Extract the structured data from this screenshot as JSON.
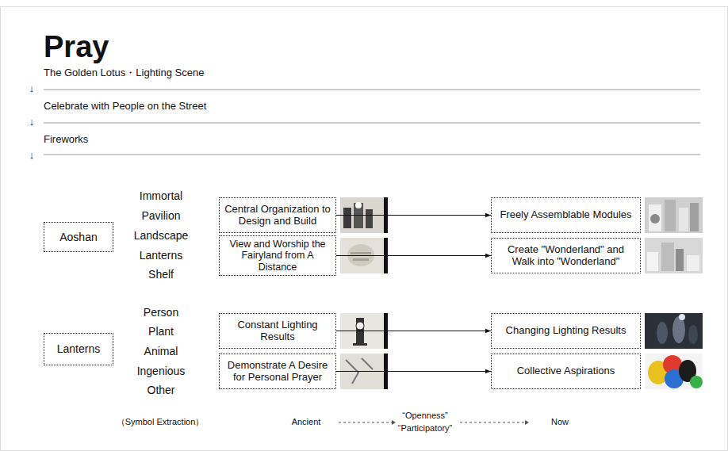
{
  "diagram": {
    "title": "Pray",
    "nodes": [
      {
        "text": [
          "Aoshan"
        ]
      },
      {
        "text": [
          "Central Organization to Design and Build"
        ]
      },
      {
        "text": [
          "Freely Assemblable Modules"
        ]
      },
      {
        "text": [
          "View and Worship the Fairyland from A Distance"
        ]
      },
      {
        "text": [
          "Create \"Wonderland\" and Walk into \"Wonderland\""
        ]
      },
      {
        "text": [
          "Lanterns"
        ]
      },
      {
        "text": [
          "Constant Lighting Results"
        ]
      },
      {
        "text": [
          "Changing Lighting Results"
        ]
      },
      {
        "text": [
          "Demonstrate A Desire for Personal Prayer"
        ]
      },
      {
        "text": [
          "Collective Aspirations"
        ]
      }
    ],
    "edges": [
      {
        "from": 1,
        "to": 2,
        "arrow": "to"
      },
      {
        "from": 3,
        "to": 4,
        "arrow": "to"
      },
      {
        "from": 6,
        "to": 7,
        "arrow": "to"
      },
      {
        "from": 8,
        "to": 9,
        "arrow": "to"
      }
    ],
    "labels": [
      "The Golden Lotus・Lighting Scene",
      "↓",
      "Celebrate with People on the Street",
      "↓",
      "Fireworks",
      "↓",
      "Immortal",
      "Pavilion",
      "Landscape",
      "Lanterns",
      "Shelf",
      "Person",
      "Plant",
      "Animal",
      "Ingenious",
      "Other",
      "（Symbol Extraction）",
      "Ancient",
      "“Openness”",
      "“Participatory”",
      "Now"
    ]
  }
}
